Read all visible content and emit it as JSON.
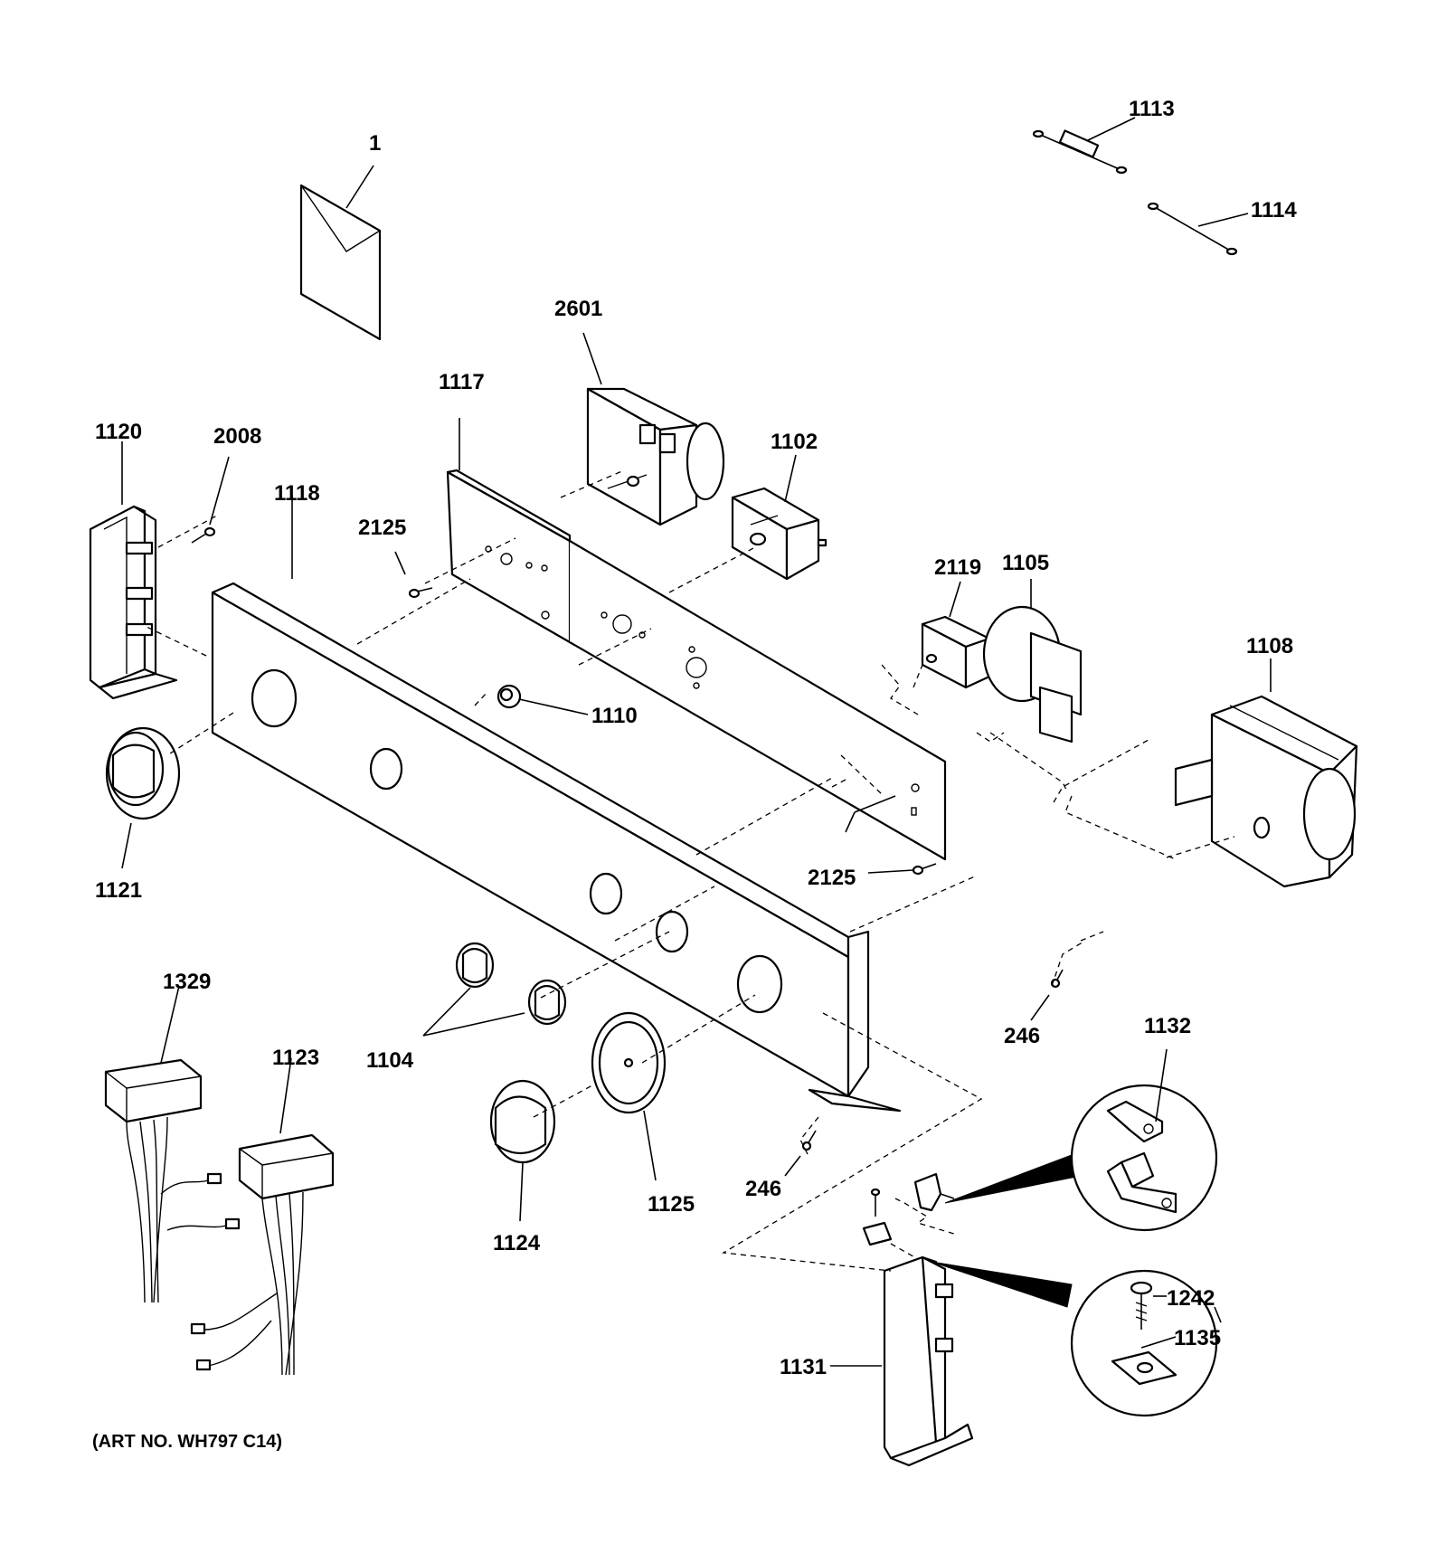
{
  "labels": {
    "l1": "1",
    "l1113": "1113",
    "l1114": "1114",
    "l2601": "2601",
    "l1117": "1117",
    "l1120": "1120",
    "l2008": "2008",
    "l1118": "1118",
    "l1102": "1102",
    "l2125a": "2125",
    "l2119": "2119",
    "l1105": "1105",
    "l1108": "1108",
    "l1110": "1110",
    "l1121": "1121",
    "l2125b": "2125",
    "l246a": "246",
    "l1329": "1329",
    "l1132": "1132",
    "l1123": "1123",
    "l1104": "1104",
    "l246b": "246",
    "l1125": "1125",
    "l1124": "1124",
    "l1242": "1242",
    "l1135": "1135",
    "l1131": "1131"
  },
  "footer": {
    "art_no": "(ART NO. WH797 C14)"
  }
}
